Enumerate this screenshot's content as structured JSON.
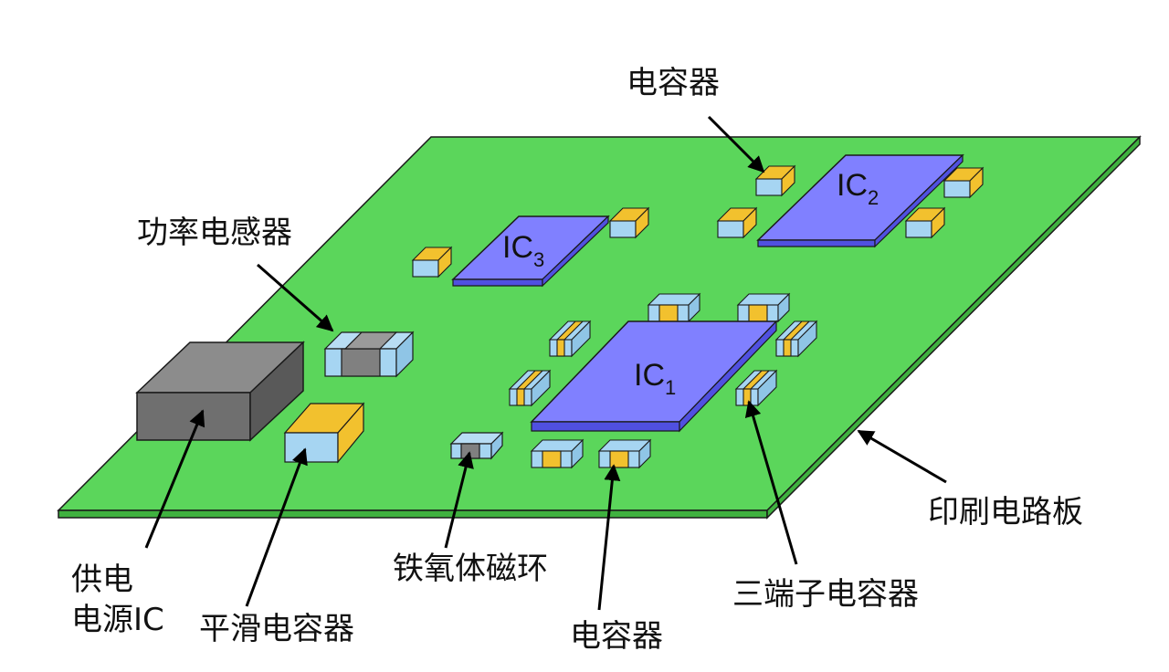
{
  "labels": {
    "capacitor_top": "电容器",
    "power_inductor": "功率电感器",
    "pcb": "印刷电路板",
    "ferrite": "铁氧体磁环",
    "three_terminal": "三端子电容器",
    "capacitor_bottom": "电容器",
    "smoothing_cap": "平滑电容器",
    "power_ic_line1": "供电",
    "power_ic_line2": "电源IC"
  },
  "ics": {
    "ic1": {
      "base": "IC",
      "sub": "1"
    },
    "ic2": {
      "base": "IC",
      "sub": "2"
    },
    "ic3": {
      "base": "IC",
      "sub": "3"
    }
  },
  "colors": {
    "board_top": "#5BD65B",
    "board_edge": "#3FB13F",
    "ic_top": "#8080FF",
    "ic_side": "#5050E0",
    "cap_body": "#F2C12E",
    "cap_term": "#A6D5F2",
    "inductor": "#808080",
    "power_ic_top": "#8C8C8C",
    "power_ic_front": "#6F6F6F",
    "power_ic_side": "#595959",
    "outline": "#1A1A1A"
  }
}
